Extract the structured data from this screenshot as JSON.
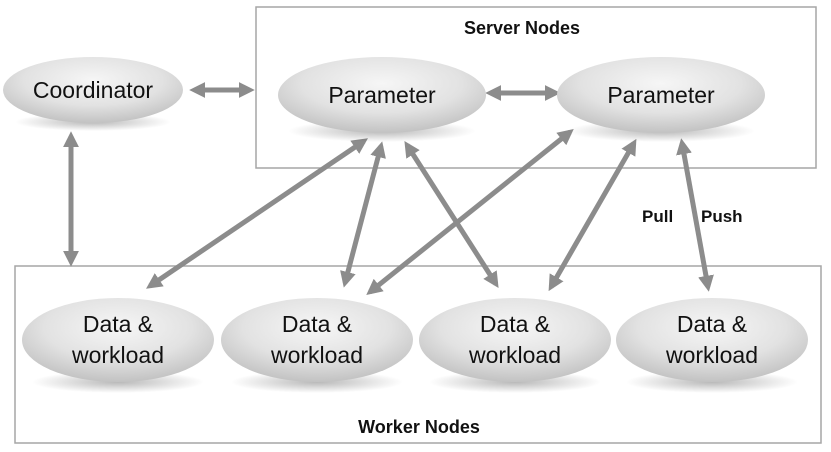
{
  "server_group": {
    "label": "Server Nodes"
  },
  "worker_group": {
    "label": "Worker Nodes"
  },
  "coordinator": {
    "label": "Coordinator"
  },
  "parameters": [
    {
      "label": "Parameter"
    },
    {
      "label": "Parameter"
    }
  ],
  "workers": [
    {
      "line1": "Data &",
      "line2": "workload"
    },
    {
      "line1": "Data &",
      "line2": "workload"
    },
    {
      "line1": "Data &",
      "line2": "workload"
    },
    {
      "line1": "Data &",
      "line2": "workload"
    }
  ],
  "arrow_labels": {
    "pull": "Pull",
    "push": "Push"
  },
  "colors": {
    "node_fill_light": "#f4f4f4",
    "node_fill_dark": "#bdbdbd",
    "arrow": "#8c8c8c",
    "box_border": "#a6a6a6"
  }
}
